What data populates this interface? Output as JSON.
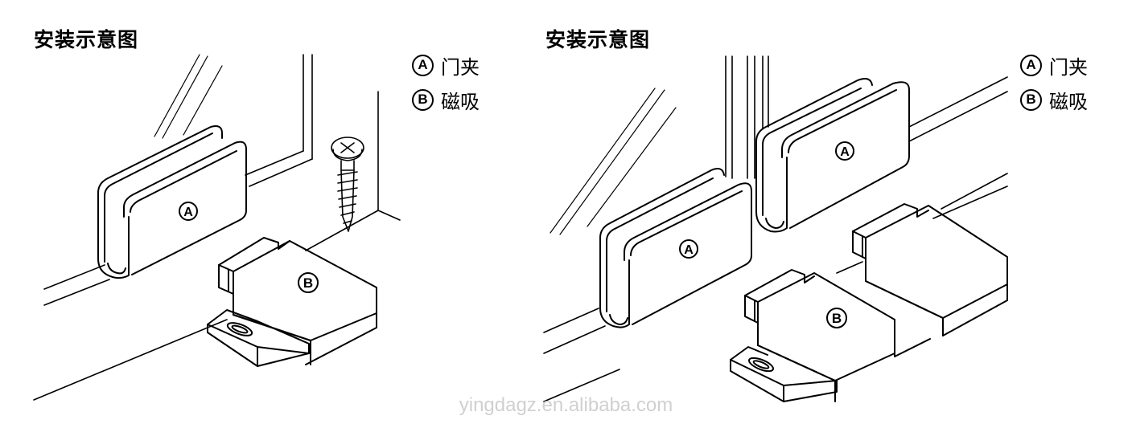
{
  "left_panel": {
    "title": "安装示意图",
    "legend": [
      {
        "letter": "A",
        "label": "门夹"
      },
      {
        "letter": "B",
        "label": "磁吸"
      }
    ],
    "callouts": {
      "clip": "A",
      "magnet": "B"
    }
  },
  "right_panel": {
    "title": "安装示意图",
    "legend": [
      {
        "letter": "A",
        "label": "门夹"
      },
      {
        "letter": "B",
        "label": "磁吸"
      }
    ],
    "callouts": {
      "clip_left": "A",
      "clip_right": "A",
      "magnet": "B"
    }
  },
  "watermark": "yingdagz.en.alibaba.com"
}
